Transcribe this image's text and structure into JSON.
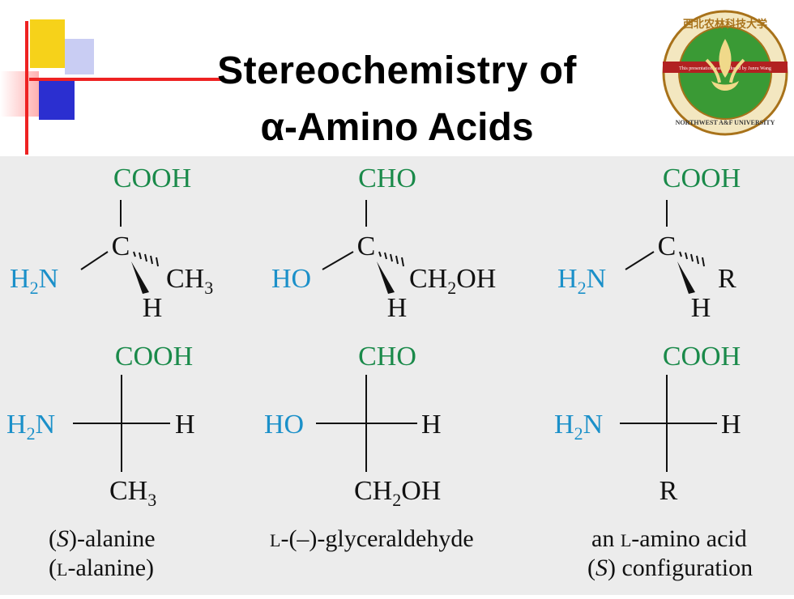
{
  "slide": {
    "title_line1": "Stereochemistry of",
    "title_line2": "α-Amino Acids"
  },
  "logo": {
    "banner_text": "This presentation was produced by Junru Wang",
    "ring_text": "NORTHWEST A&F UNIVERSITY",
    "chinese_text": "西北农林科技大学"
  },
  "colors": {
    "green": "#1a8a4a",
    "blue": "#1b90c9",
    "black": "#111111",
    "panel": "#ececec",
    "deco_red": "#ee2222",
    "deco_yellow": "#f6d21a",
    "deco_blue": "#2b2fd0"
  },
  "molecules": [
    {
      "top": "COOH",
      "left": "H2N",
      "right": "CH3",
      "bottom": "H",
      "fischer_top": "COOH",
      "fischer_left": "H2N",
      "fischer_right": "H",
      "fischer_bottom": "CH3",
      "caption1": "(S)-alanine",
      "caption2": "(L-alanine)"
    },
    {
      "top": "CHO",
      "left": "HO",
      "right": "CH2OH",
      "bottom": "H",
      "fischer_top": "CHO",
      "fischer_left": "HO",
      "fischer_right": "H",
      "fischer_bottom": "CH2OH",
      "caption1": "L-(–)-glyceraldehyde",
      "caption2": ""
    },
    {
      "top": "COOH",
      "left": "H2N",
      "right": "R",
      "bottom": "H",
      "fischer_top": "COOH",
      "fischer_left": "H2N",
      "fischer_right": "H",
      "fischer_bottom": "R",
      "caption1": "an L-amino acid",
      "caption2": "(S) configuration"
    }
  ]
}
